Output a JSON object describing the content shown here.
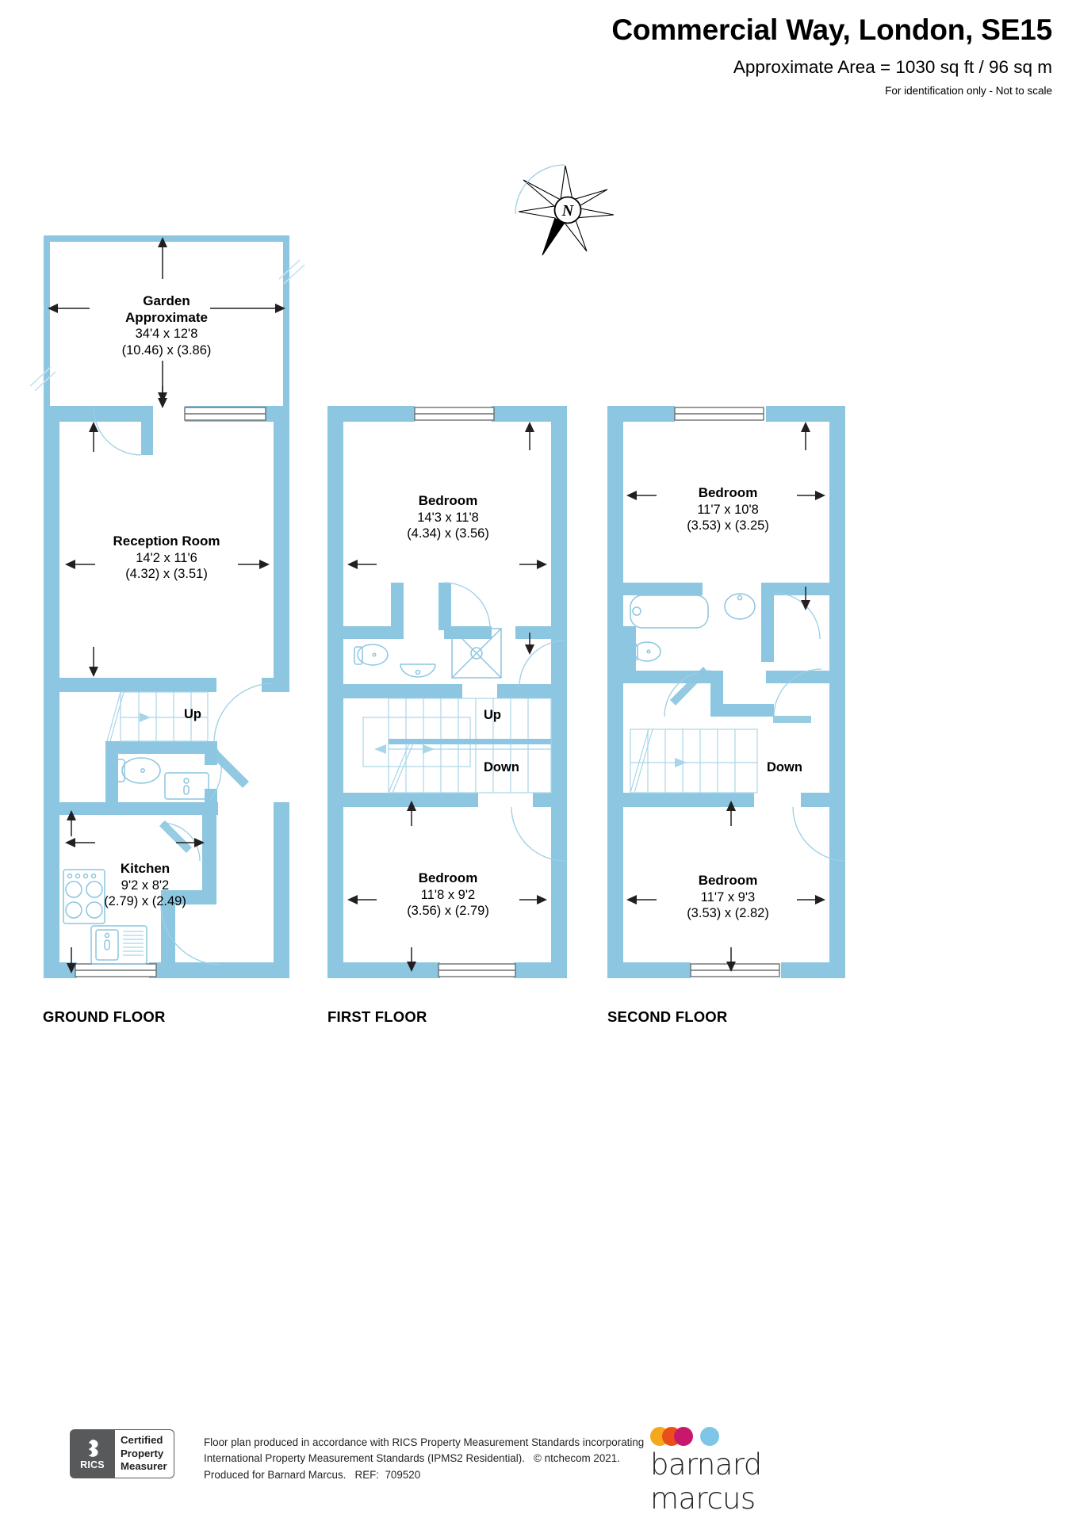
{
  "header": {
    "title": "Commercial Way, London, SE15",
    "area": "Approximate Area = 1030 sq ft / 96 sq m",
    "notice": "For identification only - Not to scale"
  },
  "compass": {
    "letter": "N",
    "name": "north-arrow"
  },
  "floors": [
    {
      "key": "ground",
      "label": "GROUND FLOOR",
      "rooms": [
        {
          "key": "garden",
          "name": "Garden",
          "name2": "Approximate",
          "dim_imperial": "34'4 x 12'8",
          "dim_metric": "(10.46) x (3.86)"
        },
        {
          "key": "reception",
          "name": "Reception Room",
          "dim_imperial": "14'2 x 11'6",
          "dim_metric": "(4.32) x (3.51)"
        },
        {
          "key": "kitchen",
          "name": "Kitchen",
          "dim_imperial": "9'2 x 8'2",
          "dim_metric": "(2.79) x (2.49)"
        }
      ],
      "stairs": [
        {
          "key": "up",
          "label": "Up"
        }
      ]
    },
    {
      "key": "first",
      "label": "FIRST FLOOR",
      "rooms": [
        {
          "key": "bedroom-front",
          "name": "Bedroom",
          "dim_imperial": "14'3 x 11'8",
          "dim_metric": "(4.34) x (3.56)"
        },
        {
          "key": "bedroom-rear",
          "name": "Bedroom",
          "dim_imperial": "11'8 x 9'2",
          "dim_metric": "(3.56) x (2.79)"
        }
      ],
      "stairs": [
        {
          "key": "up",
          "label": "Up"
        },
        {
          "key": "down",
          "label": "Down"
        }
      ]
    },
    {
      "key": "second",
      "label": "SECOND FLOOR",
      "rooms": [
        {
          "key": "bedroom-front",
          "name": "Bedroom",
          "dim_imperial": "11'7 x 10'8",
          "dim_metric": "(3.53) x (3.25)"
        },
        {
          "key": "bedroom-rear",
          "name": "Bedroom",
          "dim_imperial": "11'7 x 9'3",
          "dim_metric": "(3.53) x (2.82)"
        }
      ],
      "stairs": [
        {
          "key": "down",
          "label": "Down"
        }
      ]
    }
  ],
  "footer": {
    "rics": {
      "word": "RICS",
      "line1": "Certified",
      "line2": "Property",
      "line3": "Measurer"
    },
    "disclaimer_line1": "Floor plan produced in accordance with RICS Property Measurement Standards incorporating",
    "disclaimer_line2": "International Property Measurement Standards (IPMS2 Residential).   © ntchecom 2021.",
    "disclaimer_line3": "Produced for Barnard Marcus.   REF:  709520",
    "brand": "barnard marcus"
  },
  "colors": {
    "wall": "#8cc6e0",
    "fixture_stroke": "#8cc6e0",
    "text": "#000000",
    "footer_text": "#231f20"
  }
}
